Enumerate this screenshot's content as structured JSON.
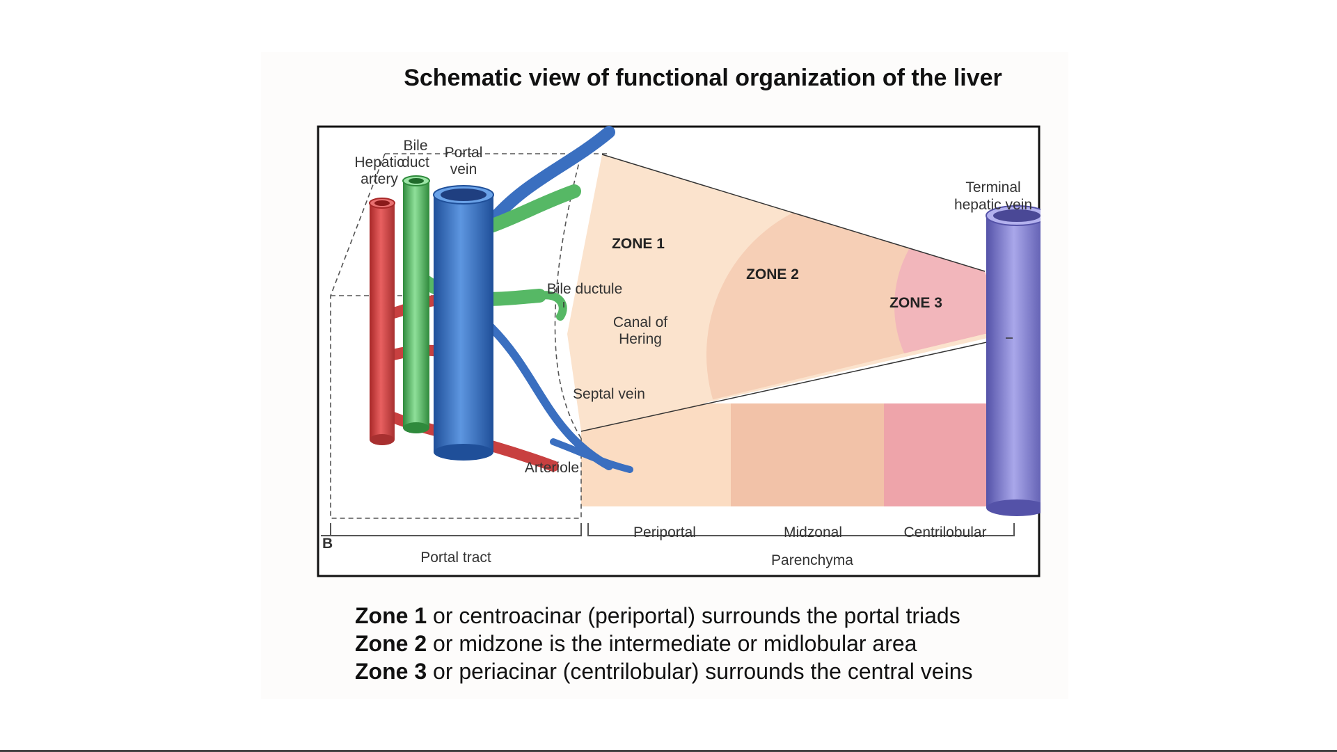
{
  "title": "Schematic view of functional organization of the liver",
  "figure": {
    "corner_mark": "B",
    "labels": {
      "hepatic_artery": [
        "Hepatic",
        "artery"
      ],
      "bile_duct": [
        "Bile",
        "duct"
      ],
      "portal_vein": [
        "Portal",
        "vein"
      ],
      "terminal_hepatic_vein": [
        "Terminal",
        "hepatic vein"
      ],
      "zone1": "ZONE 1",
      "zone2": "ZONE 2",
      "zone3": "ZONE 3",
      "bile_ductule": "Bile ductule",
      "canal_of_hering": [
        "Canal of",
        "Hering"
      ],
      "septal_vein": "Septal vein",
      "arteriole": "Arteriole",
      "periportal": "Periportal",
      "midzonal": "Midzonal",
      "centrilobular": "Centrilobular",
      "portal_tract": "Portal tract",
      "parenchyma": "Parenchyma"
    },
    "colors": {
      "artery": "#d84a4a",
      "bile_duct": "#5cc06a",
      "portal_vein": "#3f78c8",
      "hepatic_vein": "#7a78c8",
      "zone1": "#fbe0c8",
      "zone2": "#f6cdb4",
      "zone3": "#f0b2b6"
    }
  },
  "caption": [
    {
      "bold": "Zone 1",
      "text": " or centroacinar (periportal) surrounds the portal triads"
    },
    {
      "bold": "Zone 2",
      "text": " or midzone is the intermediate or midlobular area"
    },
    {
      "bold": "Zone 3",
      "text": " or periacinar (centrilobular) surrounds the central veins"
    }
  ]
}
